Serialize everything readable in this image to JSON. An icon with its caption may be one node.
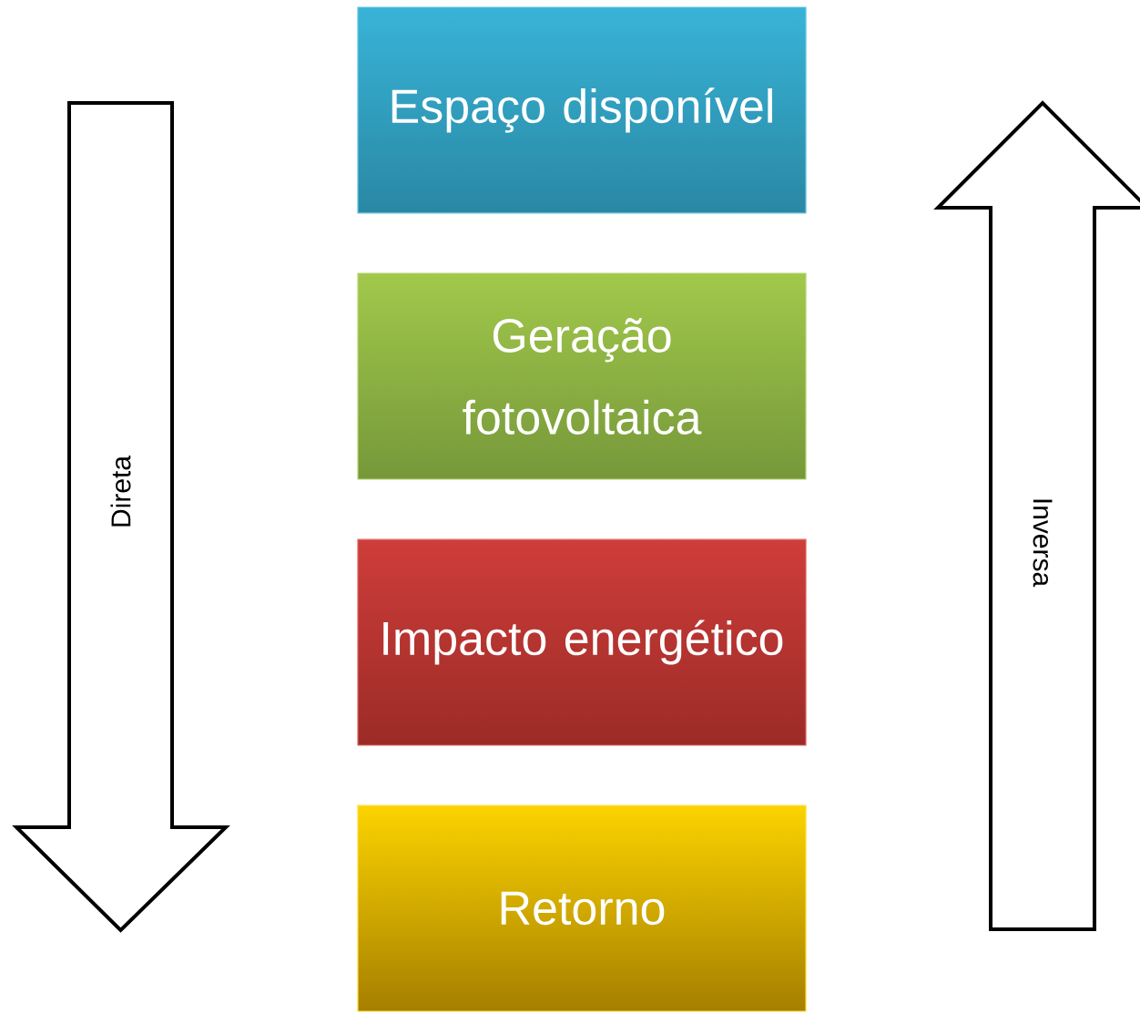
{
  "diagram": {
    "nodes": [
      {
        "text": [
          "Espaço disponível"
        ]
      },
      {
        "text": [
          "Geração fotovoltaica"
        ]
      },
      {
        "text": [
          "Impacto energético"
        ]
      },
      {
        "text": [
          "Retorno"
        ]
      },
      {
        "text": [
          "Direta"
        ]
      },
      {
        "text": [
          "Inversa"
        ]
      }
    ]
  }
}
